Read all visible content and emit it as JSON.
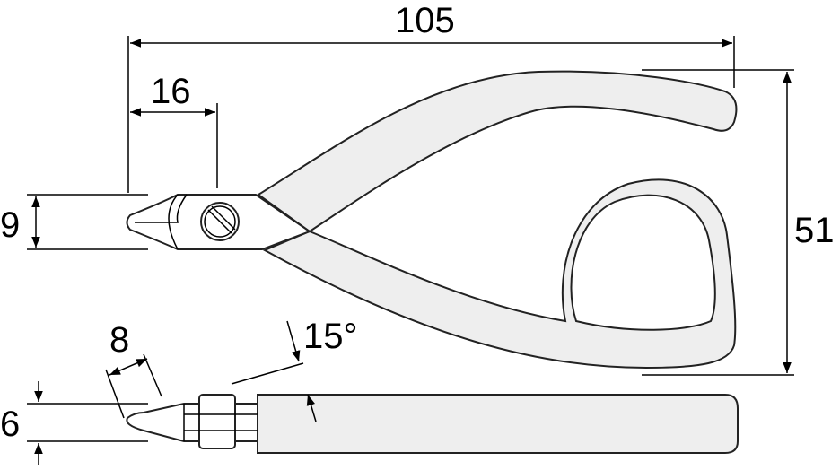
{
  "dimensions": {
    "overall_length": "105",
    "jaw_length": "16",
    "head_width": "9",
    "overall_width": "51",
    "tip_length": "8",
    "angle": "15°",
    "thickness": "6"
  },
  "colors": {
    "handle": "#eeeeee",
    "line": "#222222"
  }
}
